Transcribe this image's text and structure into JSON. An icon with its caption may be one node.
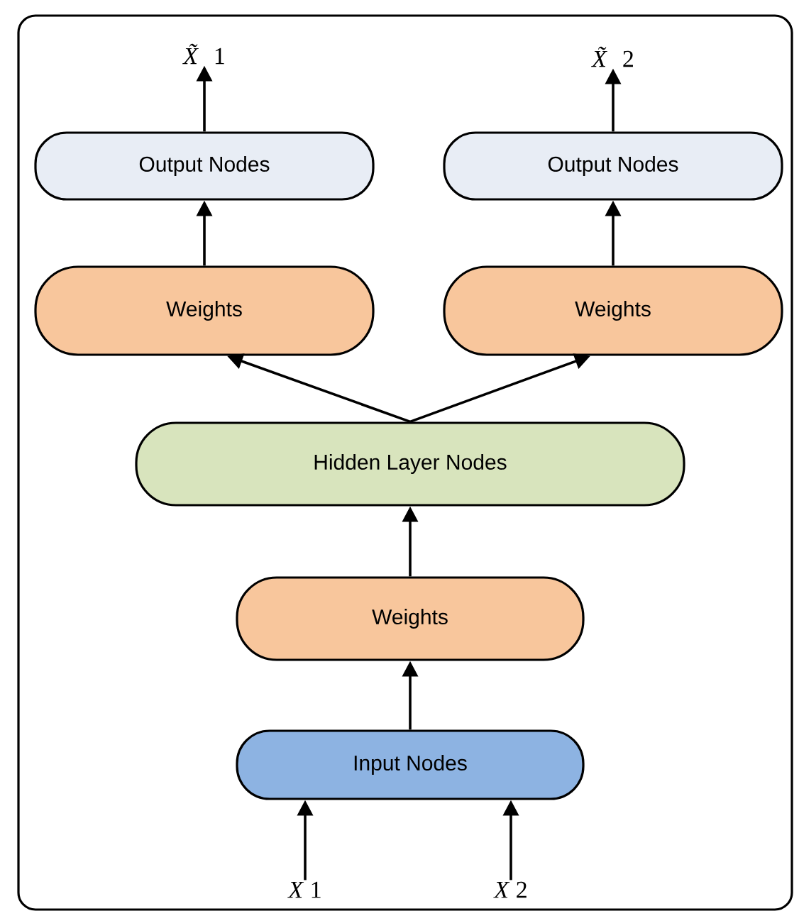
{
  "diagram": {
    "nodes": [
      {
        "text": [
          "*X̃* 1"
        ]
      },
      {
        "text": [
          "*X̃* 2"
        ]
      },
      {
        "text": [
          "Output Nodes"
        ]
      },
      {
        "text": [
          "Output Nodes"
        ]
      },
      {
        "text": [
          "Weights"
        ]
      },
      {
        "text": [
          "Weights"
        ]
      },
      {
        "text": [
          "Hidden Layer Nodes"
        ]
      },
      {
        "text": [
          "Weights"
        ]
      },
      {
        "text": [
          "Input Nodes"
        ]
      },
      {
        "text": [
          "*X* 1"
        ]
      },
      {
        "text": [
          "*X* 2"
        ]
      }
    ],
    "edges": [
      {
        "from": 2,
        "to": 0,
        "arrow": "to"
      },
      {
        "from": 3,
        "to": 1,
        "arrow": "to"
      },
      {
        "from": 4,
        "to": 2,
        "arrow": "to"
      },
      {
        "from": 5,
        "to": 3,
        "arrow": "to"
      },
      {
        "from": 6,
        "to": 4,
        "arrow": "to"
      },
      {
        "from": 6,
        "to": 5,
        "arrow": "to"
      },
      {
        "from": 7,
        "to": 6,
        "arrow": "to"
      },
      {
        "from": 8,
        "to": 7,
        "arrow": "to"
      },
      {
        "from": 9,
        "to": 8,
        "arrow": "to"
      },
      {
        "from": 10,
        "to": 8,
        "arrow": "to"
      }
    ]
  }
}
